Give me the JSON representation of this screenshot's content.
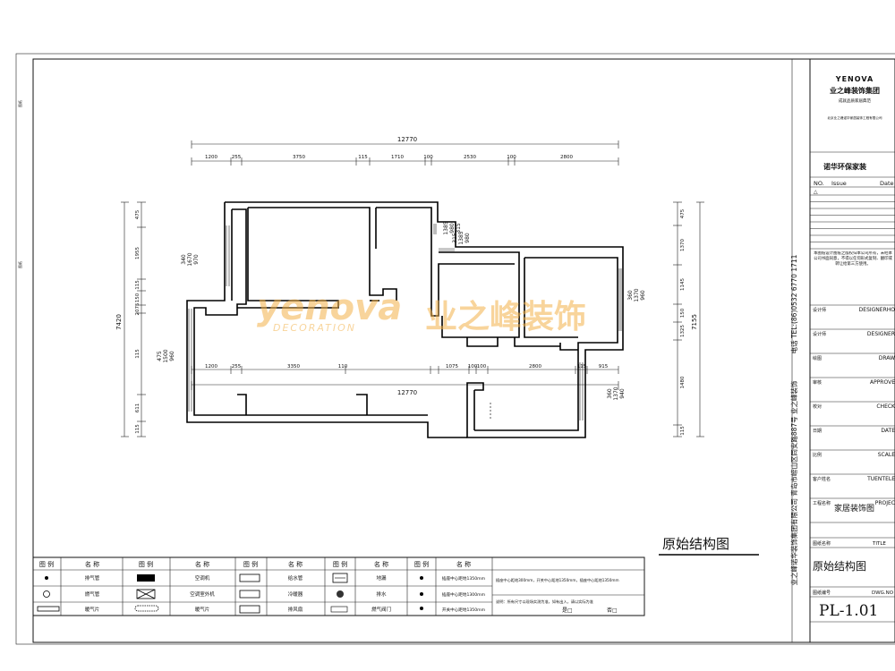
{
  "drawing": {
    "title": "原始结构图",
    "overall_top": "12770",
    "overall_bottom": "12770",
    "top_segments": [
      "1200",
      "255",
      "3750",
      "115",
      "1710",
      "100",
      "2530",
      "100",
      "2800"
    ],
    "bottom_segments": [
      "1200",
      "255",
      "3350",
      "110",
      "1075",
      "100",
      "100",
      "2800",
      "115",
      "915"
    ],
    "left_overall": "7420",
    "left_segments": [
      "475",
      "1955",
      "115",
      "150",
      "2075",
      "115",
      "611",
      "115"
    ],
    "right_overall": "7155",
    "right_segments": [
      "475",
      "1370",
      "1145",
      "150",
      "1325",
      "1480",
      "115"
    ],
    "window_labels": [
      {
        "lines": [
          "340",
          "1670",
          "970"
        ]
      },
      {
        "lines": [
          "1385",
          "980",
          "315"
        ]
      },
      {
        "lines": [
          "315",
          "1385",
          "980"
        ]
      },
      {
        "lines": [
          "360",
          "1370",
          "960"
        ]
      },
      {
        "lines": [
          "475",
          "1500",
          "960"
        ]
      },
      {
        "lines": [
          "360",
          "1370",
          "940"
        ]
      }
    ],
    "watermark": {
      "brand": "yenova",
      "sub": "DECORATION",
      "cn": "业之峰装饰"
    }
  },
  "legend": {
    "headers": [
      {
        "icon": "图 例",
        "name": "名 称"
      },
      {
        "icon": "图 例",
        "name": "名 称"
      },
      {
        "icon": "图 例",
        "name": "名 称"
      },
      {
        "icon": "图 例",
        "name": "名 称"
      },
      {
        "icon": "图 例",
        "name": "名 称"
      }
    ],
    "rows": [
      [
        "排气管",
        "空调机",
        "给水管",
        "地漏",
        "插座中心距地1350mm"
      ],
      [
        "燃气管",
        "空调室外机",
        "冷暖器",
        "排水",
        "插座中心距地1300mm"
      ],
      [
        "暖气片",
        "暖气片",
        "排风扇",
        "燃气阀门",
        "开关中心距地1350mm"
      ]
    ],
    "notes": [
      "插座中心距地300mm，开关中心距地1350mm，插座中心距地1350mm",
      "说明：所有尺寸以现场实测为准，如有出入，请以实际为准"
    ],
    "checks": [
      "是□",
      "否□"
    ]
  },
  "titleblock": {
    "brand_en": "YENOVA",
    "brand_cn": "业之峰装饰集团",
    "tagline": "成就品质家居典范",
    "company_line": "北京业之峰诺华家居装饰工程有限公司",
    "project_brand": "诺华环保家装",
    "rev_headers": [
      "NO.",
      "Issue",
      "Date"
    ],
    "vertical_address": "业之峰诺华装饰集团有限公司 青岛市崂山区同安路887号 业之峰装饰",
    "vertical_tel": "电话  TEL:(86)0532 6770 1711",
    "disclaimer": "本图纸设计图纸之版权归本公司所有，未经本公司书面同意，不得以任何形式复制、翻印或转让给第三方使用。",
    "fields": [
      {
        "cn": "设计师",
        "en": "DESIGNERHO"
      },
      {
        "cn": "设计师",
        "en": "DESIGNER"
      },
      {
        "cn": "绘图",
        "en": "DRAW"
      },
      {
        "cn": "审核",
        "en": "APPROVE"
      },
      {
        "cn": "校对",
        "en": "CHECK"
      },
      {
        "cn": "日期",
        "en": "DATE"
      },
      {
        "cn": "比例",
        "en": "SCALE"
      },
      {
        "cn": "客户姓名",
        "en": "TUENTELE"
      },
      {
        "cn": "工程名称",
        "en": "PROJEC"
      }
    ],
    "project_name": "家居装饰图",
    "title_label": {
      "cn": "图纸名称",
      "en": "TITLE"
    },
    "sheet_title": "原始结构图",
    "dwg_label": {
      "cn": "图纸编号",
      "en": "DWG.NO"
    },
    "dwg_no": "PL-1.01"
  }
}
